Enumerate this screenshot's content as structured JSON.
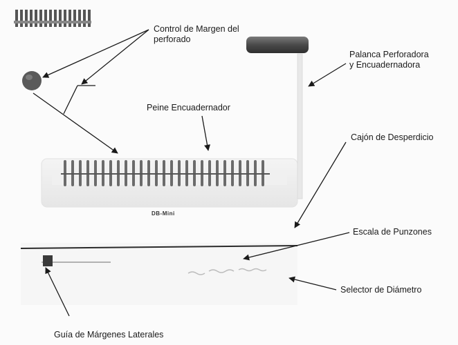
{
  "labels": {
    "margin_control_line1": "Control de Margen del",
    "margin_control_line2": "perforado",
    "lever_line1": "Palanca Perforadora",
    "lever_line2": "y Encuadernadora",
    "comb": "Peine Encuadernador",
    "waste_drawer": "Cajón de Desperdicio",
    "punch_scale": "Escala de Punzones",
    "diameter_selector": "Selector de Diámetro",
    "side_margin_guide": "Guía de Márgenes Laterales"
  },
  "model_text": "DB-Mini",
  "colors": {
    "knob": "#5a5a5a",
    "handle": "#4a4a4a",
    "teeth": "#6b6b6b",
    "arrow": "#1a1a1a"
  },
  "icons": {
    "binding_combs": "comb-strip-icon",
    "margin_knob": "round-knob-icon",
    "lever_handle": "lever-handle-icon"
  }
}
